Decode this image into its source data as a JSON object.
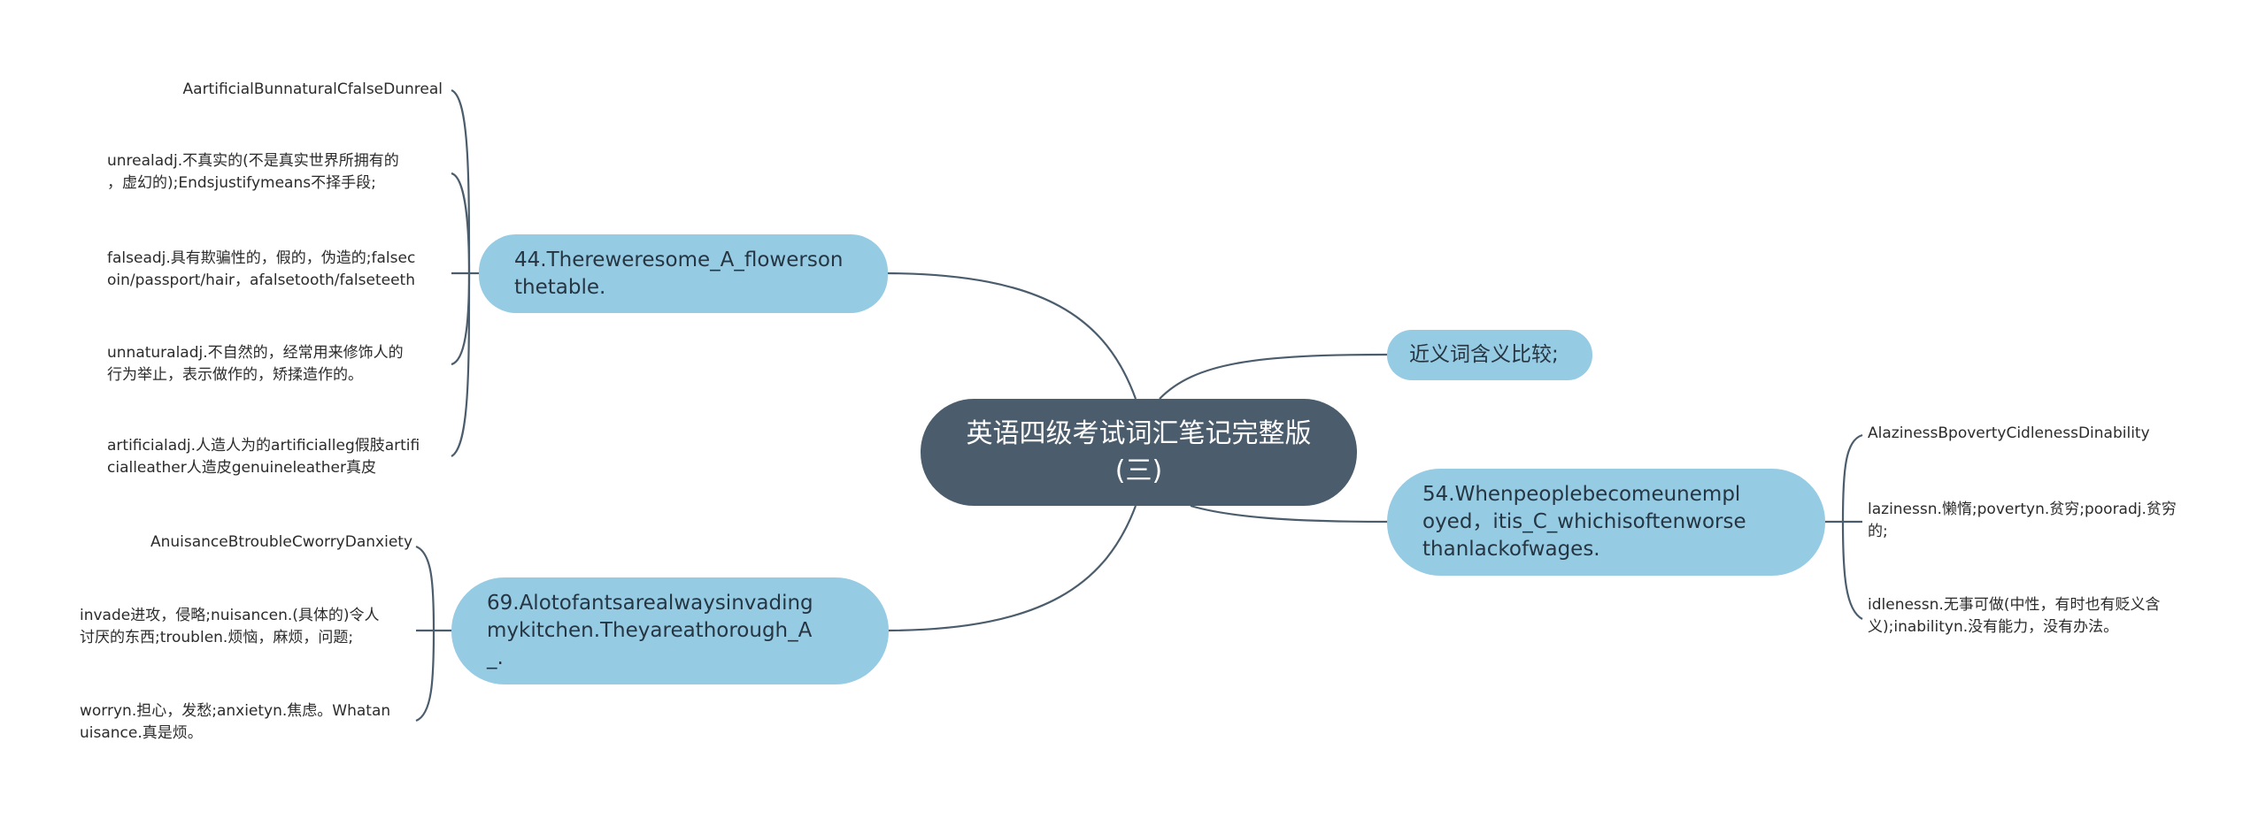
{
  "root": {
    "title": "英语四级考试词汇笔记完整版(三)"
  },
  "branches": {
    "q44": {
      "label": "44.Thereweresome_A_flowersonthetable.",
      "lines": [
        "44.Thereweresome_A_flowerson",
        "thetable."
      ],
      "children": [
        {
          "lines": [
            "AartificialBunnaturalCfalseDunreal"
          ]
        },
        {
          "lines": [
            "unrealadj.不真实的(不是真实世界所拥有的",
            "，虚幻的);Endsjustifymeans不择手段;"
          ]
        },
        {
          "lines": [
            "falseadj.具有欺骗性的，假的，伪造的;falsec",
            "oin/passport/hair，afalsetooth/falseteeth"
          ]
        },
        {
          "lines": [
            "unnaturaladj.不自然的，经常用来修饰人的",
            "行为举止，表示做作的，矫揉造作的。"
          ]
        },
        {
          "lines": [
            "artificialadj.人造人为的artificialleg假肢artifi",
            "cialleather人造皮genuineleather真皮"
          ]
        }
      ]
    },
    "synonym": {
      "label": "近义词含义比较;"
    },
    "q54": {
      "lines": [
        "54.Whenpeoplebecomeunempl",
        "oyed，itis_C_whichisoftenworse",
        "thanlackofwages."
      ],
      "children": [
        {
          "lines": [
            "AlazinessBpovertyCidlenessDinability"
          ]
        },
        {
          "lines": [
            "lazinessn.懒惰;povertyn.贫穷;pooradj.贫穷",
            "的;"
          ]
        },
        {
          "lines": [
            "idlenessn.无事可做(中性，有时也有贬义含",
            "义);inabilityn.没有能力，没有办法。"
          ]
        }
      ]
    },
    "q69": {
      "lines": [
        "69.Alotofantsarealwaysinvading",
        "mykitchen.Theyareathorough_A",
        "_."
      ],
      "children": [
        {
          "lines": [
            "AnuisanceBtroubleCworryDanxiety"
          ]
        },
        {
          "lines": [
            "invade进攻，侵略;nuisancen.(具体的)令人",
            "讨厌的东西;troublen.烦恼，麻烦，问题;"
          ]
        },
        {
          "lines": [
            "worryn.担心，发愁;anxietyn.焦虑。Whatan",
            "uisance.真是烦。"
          ]
        }
      ]
    }
  },
  "colors": {
    "root": "#4b5d6c",
    "branch": "#96cbe4",
    "line": "#4b5d6c"
  }
}
